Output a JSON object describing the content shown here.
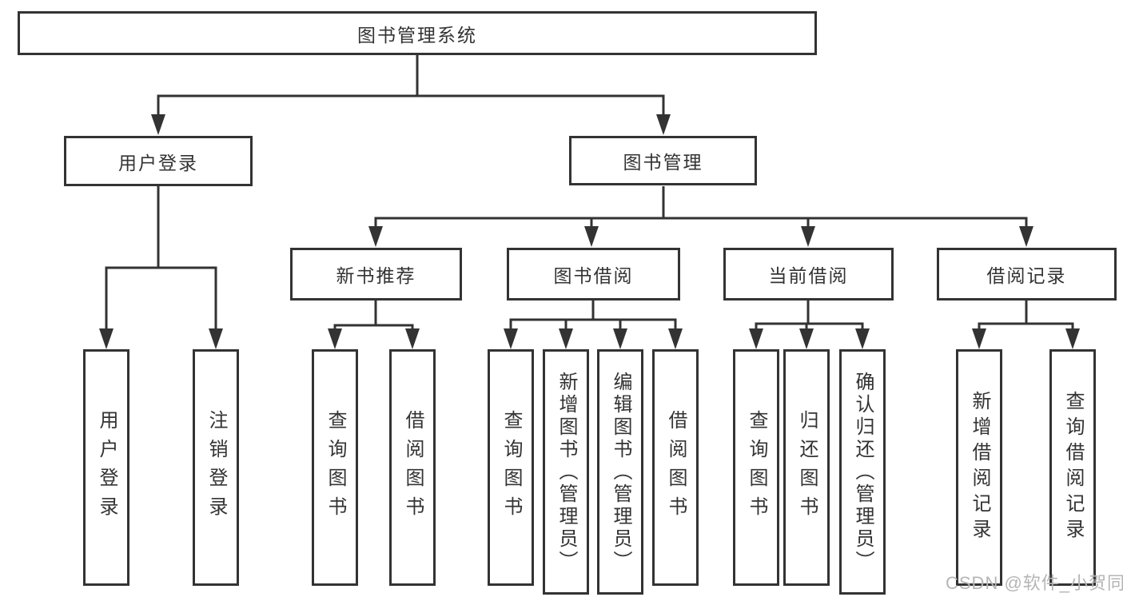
{
  "diagram": {
    "root": "图书管理系统",
    "branches": [
      {
        "label": "用户登录",
        "children": [
          {
            "label": "用户登录"
          },
          {
            "label": "注销登录"
          }
        ]
      },
      {
        "label": "图书管理",
        "children": [
          {
            "label": "新书推荐",
            "children": [
              {
                "label": "查询图书"
              },
              {
                "label": "借阅图书"
              }
            ]
          },
          {
            "label": "图书借阅",
            "children": [
              {
                "label": "查询图书"
              },
              {
                "label": "新增图书（管理员）"
              },
              {
                "label": "编辑图书（管理员）"
              },
              {
                "label": "借阅图书"
              }
            ]
          },
          {
            "label": "当前借阅",
            "children": [
              {
                "label": "查询图书"
              },
              {
                "label": "归还图书"
              },
              {
                "label": "确认归还（管理员）"
              }
            ]
          },
          {
            "label": "借阅记录",
            "children": [
              {
                "label": "新增借阅记录"
              },
              {
                "label": "查询借阅记录"
              }
            ]
          }
        ]
      }
    ]
  },
  "watermark": {
    "text": "CSDN @软件_小贺同学"
  },
  "colors": {
    "line": "#333333",
    "text": "#333333",
    "background": "#ffffff",
    "watermark": "#b5b5b5"
  }
}
